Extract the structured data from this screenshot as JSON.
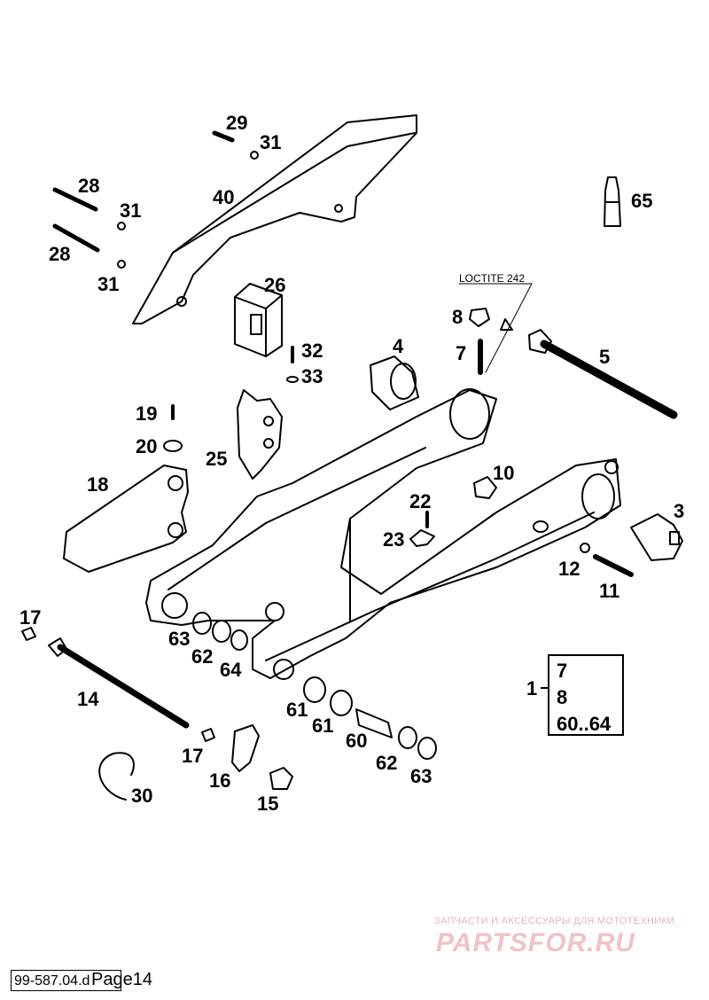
{
  "callouts": {
    "p29": "29",
    "p31a": "31",
    "p28a": "28",
    "p40": "40",
    "p31b": "31",
    "p28b": "28",
    "p31c": "31",
    "p65": "65",
    "p26": "26",
    "p8": "8",
    "p32": "32",
    "p4": "4",
    "p7": "7",
    "p5": "5",
    "p33": "33",
    "p19": "19",
    "p20": "20",
    "p25": "25",
    "p18": "18",
    "p10": "10",
    "p22": "22",
    "p23": "23",
    "p3": "3",
    "p12": "12",
    "p11": "11",
    "p17a": "17",
    "p63a": "63",
    "p62a": "62",
    "p64": "64",
    "p14": "14",
    "p61a": "61",
    "p61b": "61",
    "p60": "60",
    "p62b": "62",
    "p63b": "63",
    "p17b": "17",
    "p16": "16",
    "p15": "15",
    "p30": "30"
  },
  "loctite": "LOCTITE 242",
  "kit": {
    "number": "1",
    "items": [
      "7",
      "8",
      "60..64"
    ]
  },
  "watermark": {
    "tagline": "ЗАПЧАСТИ И АКСЕССУАРЫ ДЛЯ МОТОТЕХНИКИ",
    "logo": "PARTSFOR.RU"
  },
  "footer": {
    "code": "99-587.04.d",
    "page": "Page14"
  }
}
